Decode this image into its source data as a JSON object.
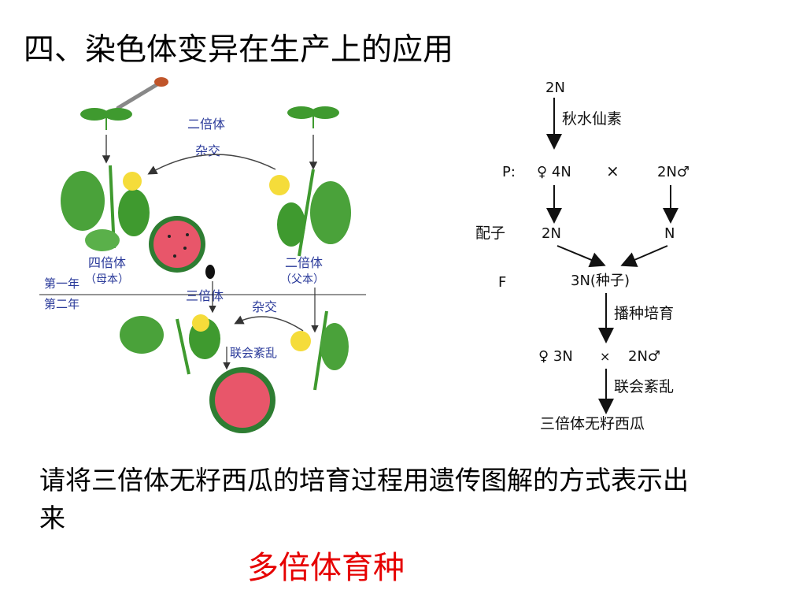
{
  "title": "四、染色体变异在生产上的应用",
  "illustration": {
    "diploid_top": "二倍体",
    "cross_top": "杂交",
    "tetraploid": "四倍体",
    "mother": "（母本）",
    "diploid_right": "二倍体",
    "father": "（父本）",
    "year1": "第一年",
    "year2": "第二年",
    "triploid": "三倍体",
    "cross_bottom": "杂交",
    "synapsis": "联会紊乱"
  },
  "flow": {
    "start": "2N",
    "colchicine": "秋水仙素",
    "p_label": "P:",
    "p_female": "♀ 4N",
    "times1": "×",
    "p_male": "2N♂",
    "gamete_label": "配子",
    "gamete_left": "2N",
    "gamete_right": "N",
    "f_label": "F",
    "f_result": "3N(种子)",
    "sowing": "播种培育",
    "cross_female": "♀ 3N",
    "times2": "×",
    "cross_male": "2N♂",
    "synapsis": "联会紊乱",
    "final": "三倍体无籽西瓜"
  },
  "question": "请将三倍体无籽西瓜的培育过程用遗传图解的方式表示出来",
  "answer": "多倍体育种",
  "colors": {
    "label_blue": "#2a3a9a",
    "answer_red": "#e60000",
    "leaf_green": "#3f9a2f",
    "flower_yellow": "#f5dc3a",
    "melon_red": "#e8566a",
    "melon_rind": "#2e7d32"
  }
}
